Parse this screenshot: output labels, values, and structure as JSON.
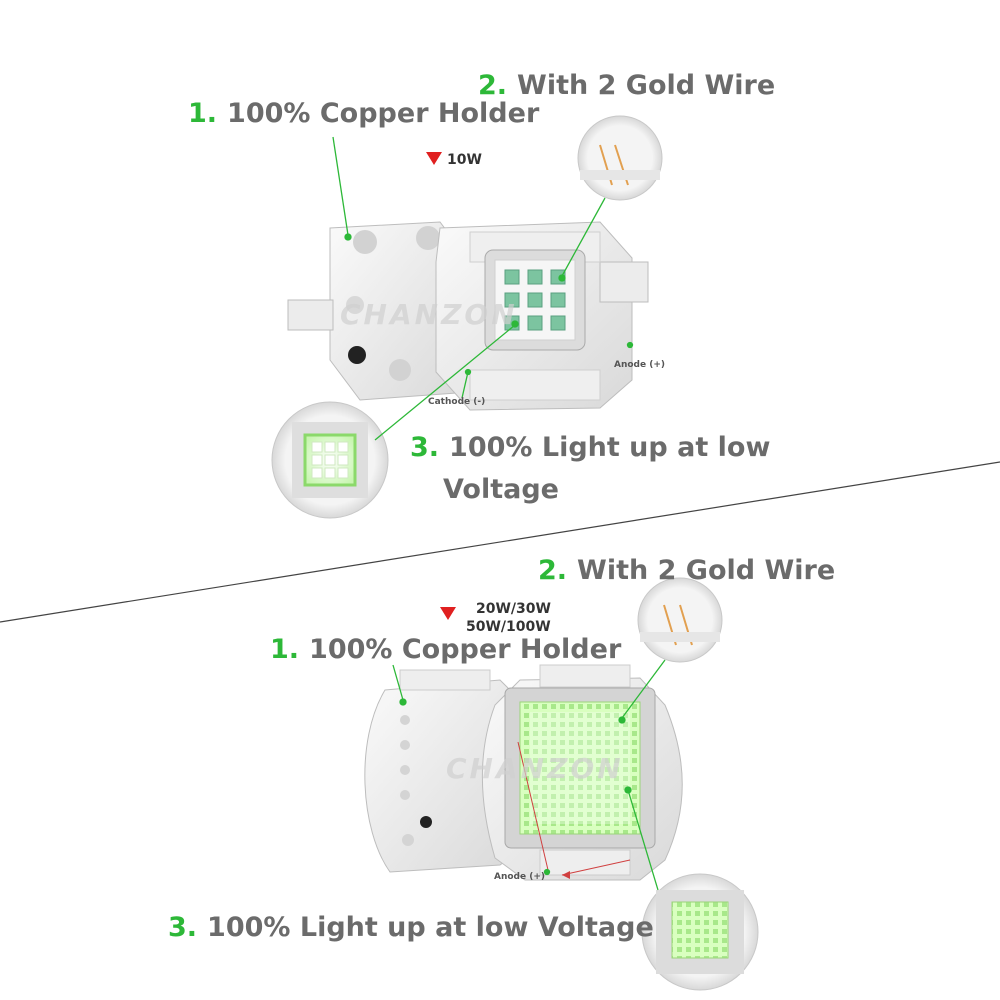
{
  "top": {
    "item1_num": "1.",
    "item1_text": "100% Copper Holder",
    "item2_num": "2.",
    "item2_text": "With 2 Gold Wire",
    "item3_num": "3.",
    "item3_line1": "100% Light up at low",
    "item3_line2": "Voltage",
    "wattage": "10W",
    "anode": "Anode (+)",
    "cathode": "Cathode (-)",
    "watermark": "CHANZON"
  },
  "bottom": {
    "item1_num": "1.",
    "item1_text": "100% Copper Holder",
    "item2_num": "2.",
    "item2_text": "With 2 Gold Wire",
    "item3_num": "3.",
    "item3_text": "100% Light up at low Voltage",
    "wattage_line1": "20W/30W",
    "wattage_line2": "50W/100W",
    "anode": "Anode (+)",
    "watermark": "CHANZON"
  },
  "colors": {
    "accent_green": "#2db838",
    "label_gray": "#6b6b6b",
    "marker_red": "#e02020",
    "led_glow": "#e8ffd8"
  }
}
